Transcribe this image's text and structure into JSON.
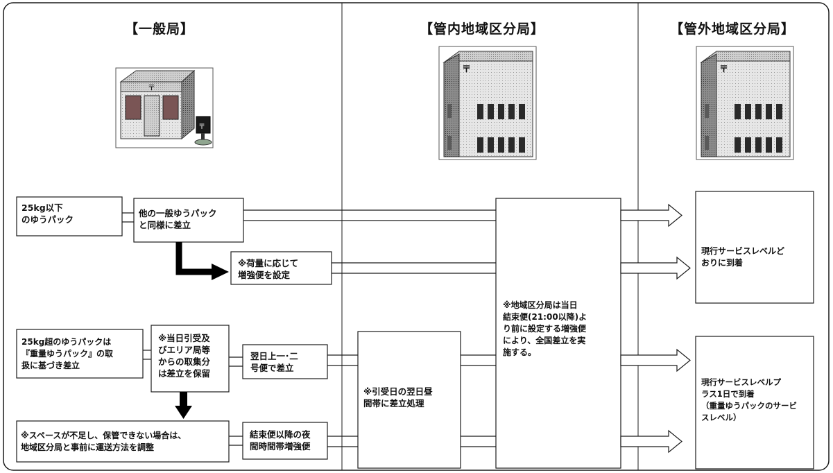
{
  "headers": {
    "general": "【一般局】",
    "inner": "【管内地域区分局】",
    "outer": "【管外地域区分局】"
  },
  "boxes": {
    "under25": "25kg以下\nのゆうパック",
    "same_as_others": "他の一般ゆうパック\nと同様に差立",
    "extra_flights": "※荷量に応じて\n増強便を設定",
    "sort_office_note": "※地域区分局は当日\n結束便(21:00以降)よ\nり前に設定する増強便\nにより、全国差立を実\n施する。",
    "result_normal": "現行サービスレベルど\nおりに到着",
    "over25": "25kg超のゆうパックは\n『重量ゆうパック』の取\n扱に基づき差立",
    "hold_note": "※当日引受及\nびエリア局等\nからの取集分\nは差立を保留",
    "next_morning": "翌日上一･二\n号便で差立",
    "next_day_process": "※引受日の翌日昼\n間帯に差立処理",
    "result_plus1": "現行サービスレベルプ\nラス1日で到着\n（重量ゆうパックのサービ\nスレベル）",
    "space_note": "※スペースが不足し、保管できない場合は、\n地域区分局と事前に運送方法を調整",
    "night_flight": "結束便以降の夜\n間時間帯増強便"
  },
  "colors": {
    "line": "#1a1a1a",
    "arrow_fill": "#ffffff",
    "bold_arrow": "#000000",
    "building_gray": "#9a9a9a"
  },
  "icons": {
    "post_office": "post-office-building-icon",
    "regional_center": "regional-sorting-center-icon"
  }
}
